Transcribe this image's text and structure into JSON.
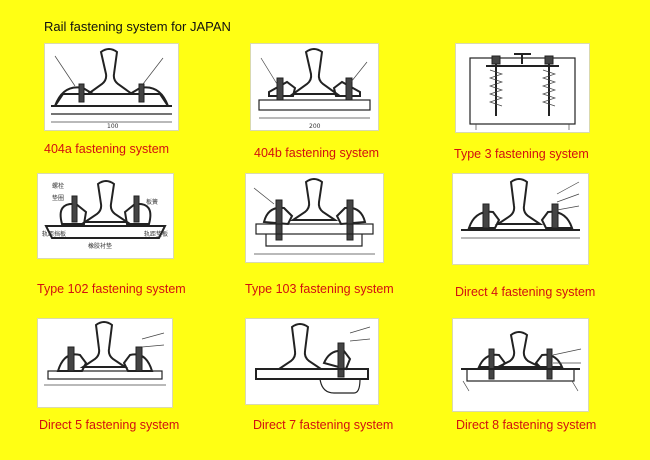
{
  "page": {
    "title": "Rail fastening system for JAPAN"
  },
  "panels": [
    {
      "caption": "404a  fastening system"
    },
    {
      "caption": "404b  fastening system"
    },
    {
      "caption": "Type 3  fastening system"
    },
    {
      "caption": "Type 102  fastening system"
    },
    {
      "caption": "Type 103  fastening system"
    },
    {
      "caption": "Direct 4 fastening system"
    },
    {
      "caption": "Direct 5 fastening system"
    },
    {
      "caption": "Direct 7 fastening system"
    },
    {
      "caption": "Direct 8 fastening system"
    }
  ],
  "diagram_labels": {
    "chinese_bolt": "螺栓",
    "chinese_washer": "垫圈",
    "chinese_plate_spring": "板簧",
    "chinese_rail_pad": "轨距挡板",
    "chinese_rubber_pad": "橡胶衬垫",
    "chinese_base_plate": "轨距垫板",
    "dim_404a": "100",
    "dim_404b": "200"
  },
  "colors": {
    "background": "#ffff14",
    "caption": "#d21010",
    "title": "#111111"
  }
}
